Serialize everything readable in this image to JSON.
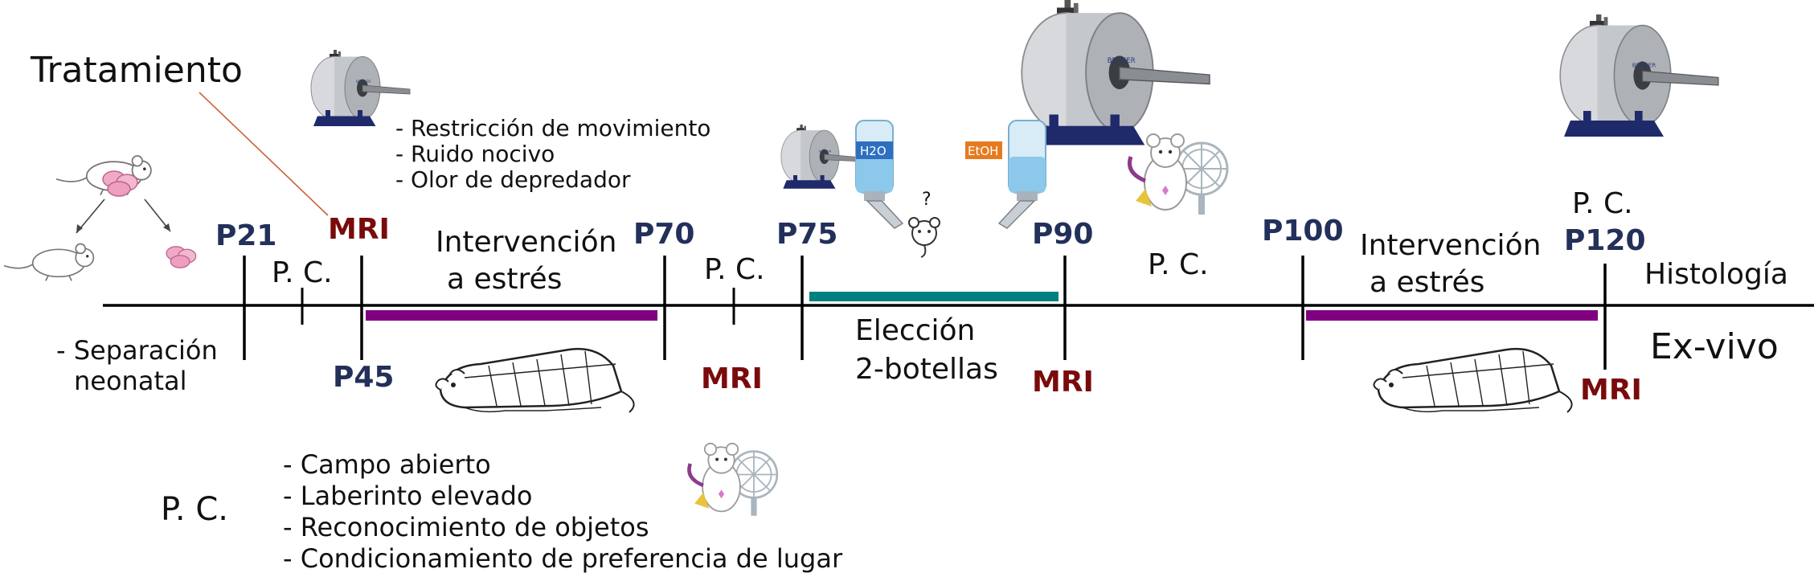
{
  "title": "Tratamiento",
  "treatment_items": [
    "- Restricción de movimiento",
    "- Ruido nocivo",
    "- Olor de depredador"
  ],
  "separation": {
    "line1": "- Separación",
    "line2": "neonatal"
  },
  "ages": {
    "p21": "P21",
    "p45": "P45",
    "p70": "P70",
    "p75": "P75",
    "p90": "P90",
    "p100": "P100",
    "p120": "P120"
  },
  "mri_label": "MRI",
  "pc_label": "P. C.",
  "stress_1": {
    "line1": "Intervención",
    "line2": "a estrés"
  },
  "stress_2": {
    "line1": "Intervención",
    "line2": "a estrés"
  },
  "two_bottle": {
    "line1": "Elección",
    "line2": "2-botellas"
  },
  "bottle_labels": {
    "water": "H2O",
    "ethanol": "EtOH",
    "question": "?"
  },
  "histology": "Histología",
  "ex_vivo": "Ex-vivo",
  "pc_legend": {
    "label": "P. C.",
    "items": [
      "- Campo abierto",
      "- Laberinto elevado",
      "- Reconocimiento de  objetos",
      "- Condicionamiento de preferencia de lugar"
    ]
  },
  "colors": {
    "age_text": "#22305a",
    "mri_text": "#7a0b0b",
    "stress_bar": "#800080",
    "two_bottle_bar": "#008080",
    "pointer_line": "#c8623a",
    "scanner_body": "#b9bcc0",
    "scanner_base": "#1f2a6b",
    "water_label": "#2e6fc0",
    "ethanol_label": "#e67a1f"
  },
  "icons": [
    "mri-scanner-icon",
    "mouse-icon",
    "rat-restraint-icon",
    "water-bottle-icon",
    "mouse-with-wheel-icon",
    "pups-icon"
  ]
}
